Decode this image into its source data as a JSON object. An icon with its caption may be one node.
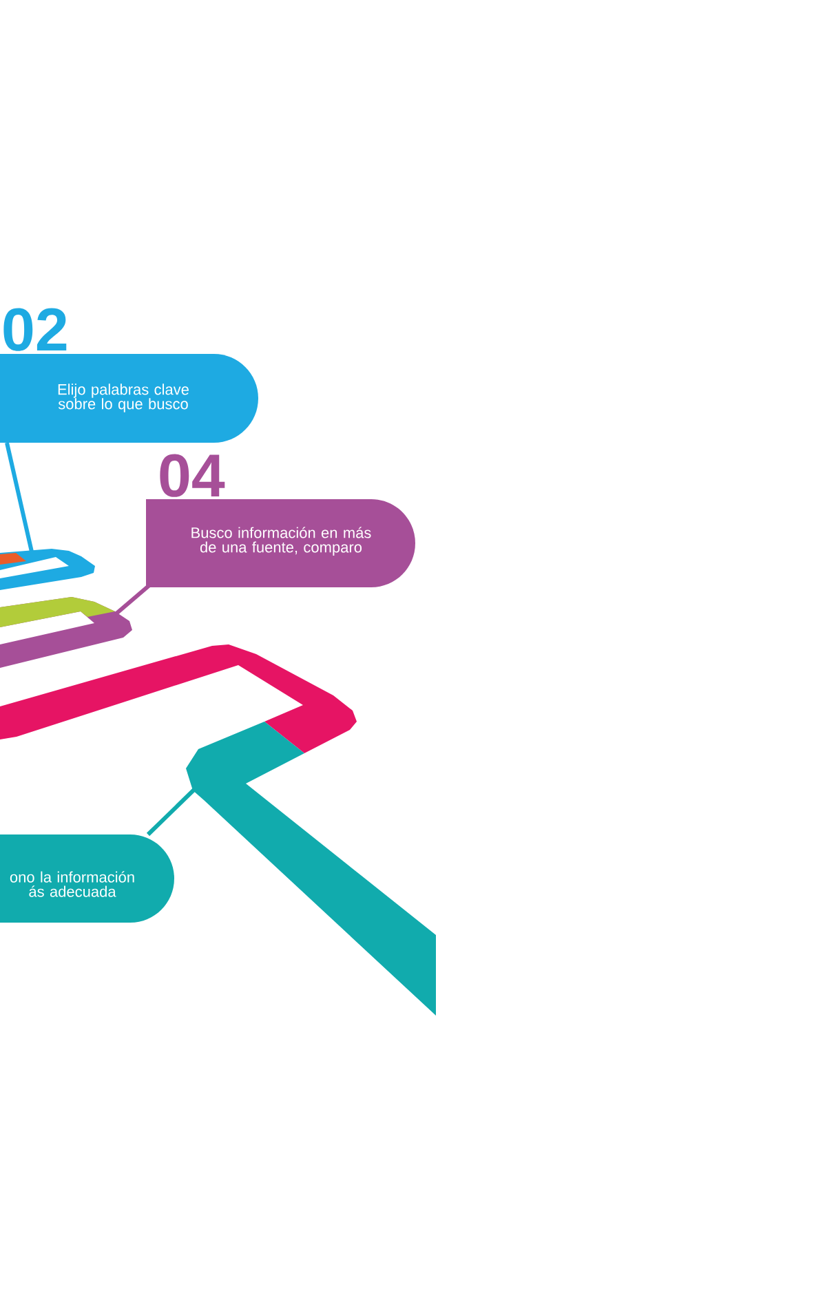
{
  "diagram": {
    "nodes": [
      {
        "text": [
          "02",
          "Elijo palabras clave sobre lo que busco"
        ]
      },
      {
        "text": [
          "04",
          "Busco información en más de una fuente, comparo"
        ]
      },
      {
        "text": [
          "ono la información ás adecuada"
        ]
      }
    ],
    "edges": [
      {
        "from": 0,
        "to": null,
        "arrow": "none",
        "color": "#1eaae2"
      },
      {
        "from": 1,
        "to": null,
        "arrow": "none",
        "color": "#a64f98"
      },
      {
        "from": 2,
        "to": null,
        "arrow": "none",
        "color": "#11abad"
      }
    ]
  }
}
